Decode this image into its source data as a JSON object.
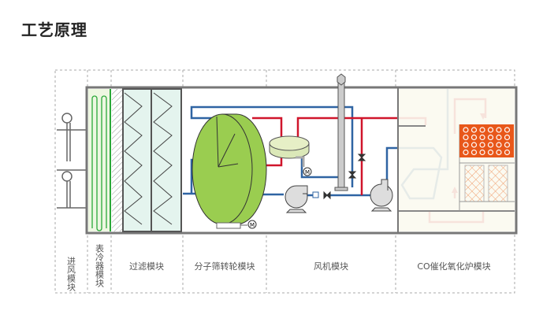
{
  "title": "工艺原理",
  "modules": [
    {
      "label": "进风模块",
      "orientation": "vertical"
    },
    {
      "label": "表冷器模块",
      "orientation": "vertical"
    },
    {
      "label": "过滤模块"
    },
    {
      "label": "分子筛转轮模块"
    },
    {
      "label": "风机模块"
    },
    {
      "label": "CO催化氧化炉模块"
    }
  ],
  "motor_label": "M",
  "colors": {
    "clean_air_pipe": "#2f64a3",
    "hot_air_pipe": "#d0152b",
    "wheel": "#9acd50",
    "heater_block": "#e8571a",
    "cooler_coil": "#2aa838",
    "frame": "#777777"
  }
}
